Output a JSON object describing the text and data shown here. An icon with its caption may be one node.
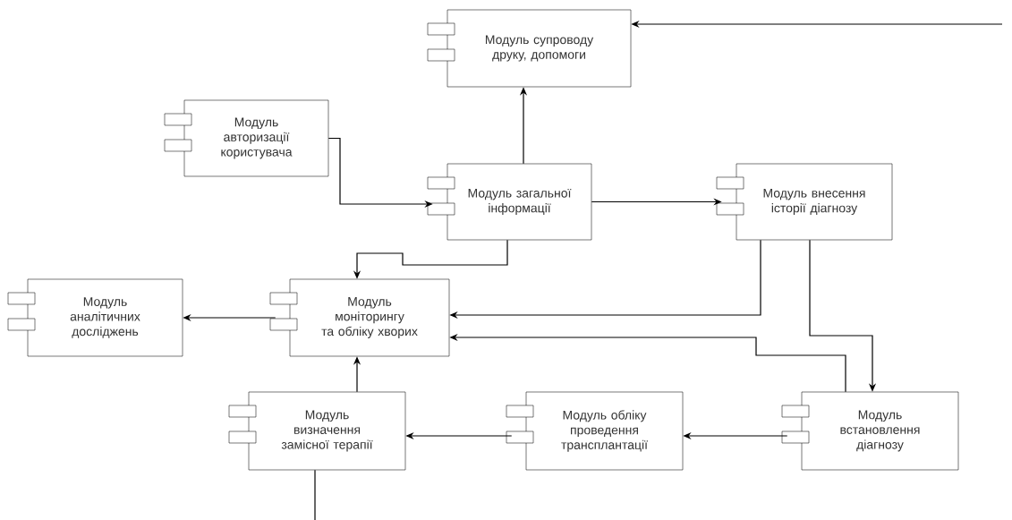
{
  "diagram": {
    "nodes": [
      {
        "text": [
          "Модуль супроводу друку, допомоги"
        ]
      },
      {
        "text": [
          "Модуль авторизації користувача"
        ]
      },
      {
        "text": [
          "Модуль загальної інформації"
        ]
      },
      {
        "text": [
          "Модуль внесення історії діагнозу"
        ]
      },
      {
        "text": [
          "Модуль аналітичних досліджень"
        ]
      },
      {
        "text": [
          "Модуль моніторингу та обліку хворих"
        ]
      },
      {
        "text": [
          "Модуль визначення замісної терапії"
        ]
      },
      {
        "text": [
          "Модуль обліку проведення трансплантації"
        ]
      },
      {
        "text": [
          "Модуль встановлення діагнозу"
        ]
      }
    ],
    "edges": [
      {
        "from": null,
        "to": 0,
        "arrow": "to"
      },
      {
        "from": 1,
        "to": 2,
        "arrow": "to"
      },
      {
        "from": 2,
        "to": 0,
        "arrow": "to"
      },
      {
        "from": 2,
        "to": 3,
        "arrow": "to"
      },
      {
        "from": 2,
        "to": 5,
        "arrow": "to"
      },
      {
        "from": 3,
        "to": 5,
        "arrow": "to"
      },
      {
        "from": 3,
        "to": 8,
        "arrow": "to"
      },
      {
        "from": 8,
        "to": 5,
        "arrow": "to"
      },
      {
        "from": 5,
        "to": 4,
        "arrow": "to"
      },
      {
        "from": 6,
        "to": 5,
        "arrow": "to"
      },
      {
        "from": 7,
        "to": 6,
        "arrow": "to"
      },
      {
        "from": 8,
        "to": 7,
        "arrow": "to"
      },
      {
        "from": 6,
        "to": null,
        "arrow": "none"
      }
    ]
  }
}
